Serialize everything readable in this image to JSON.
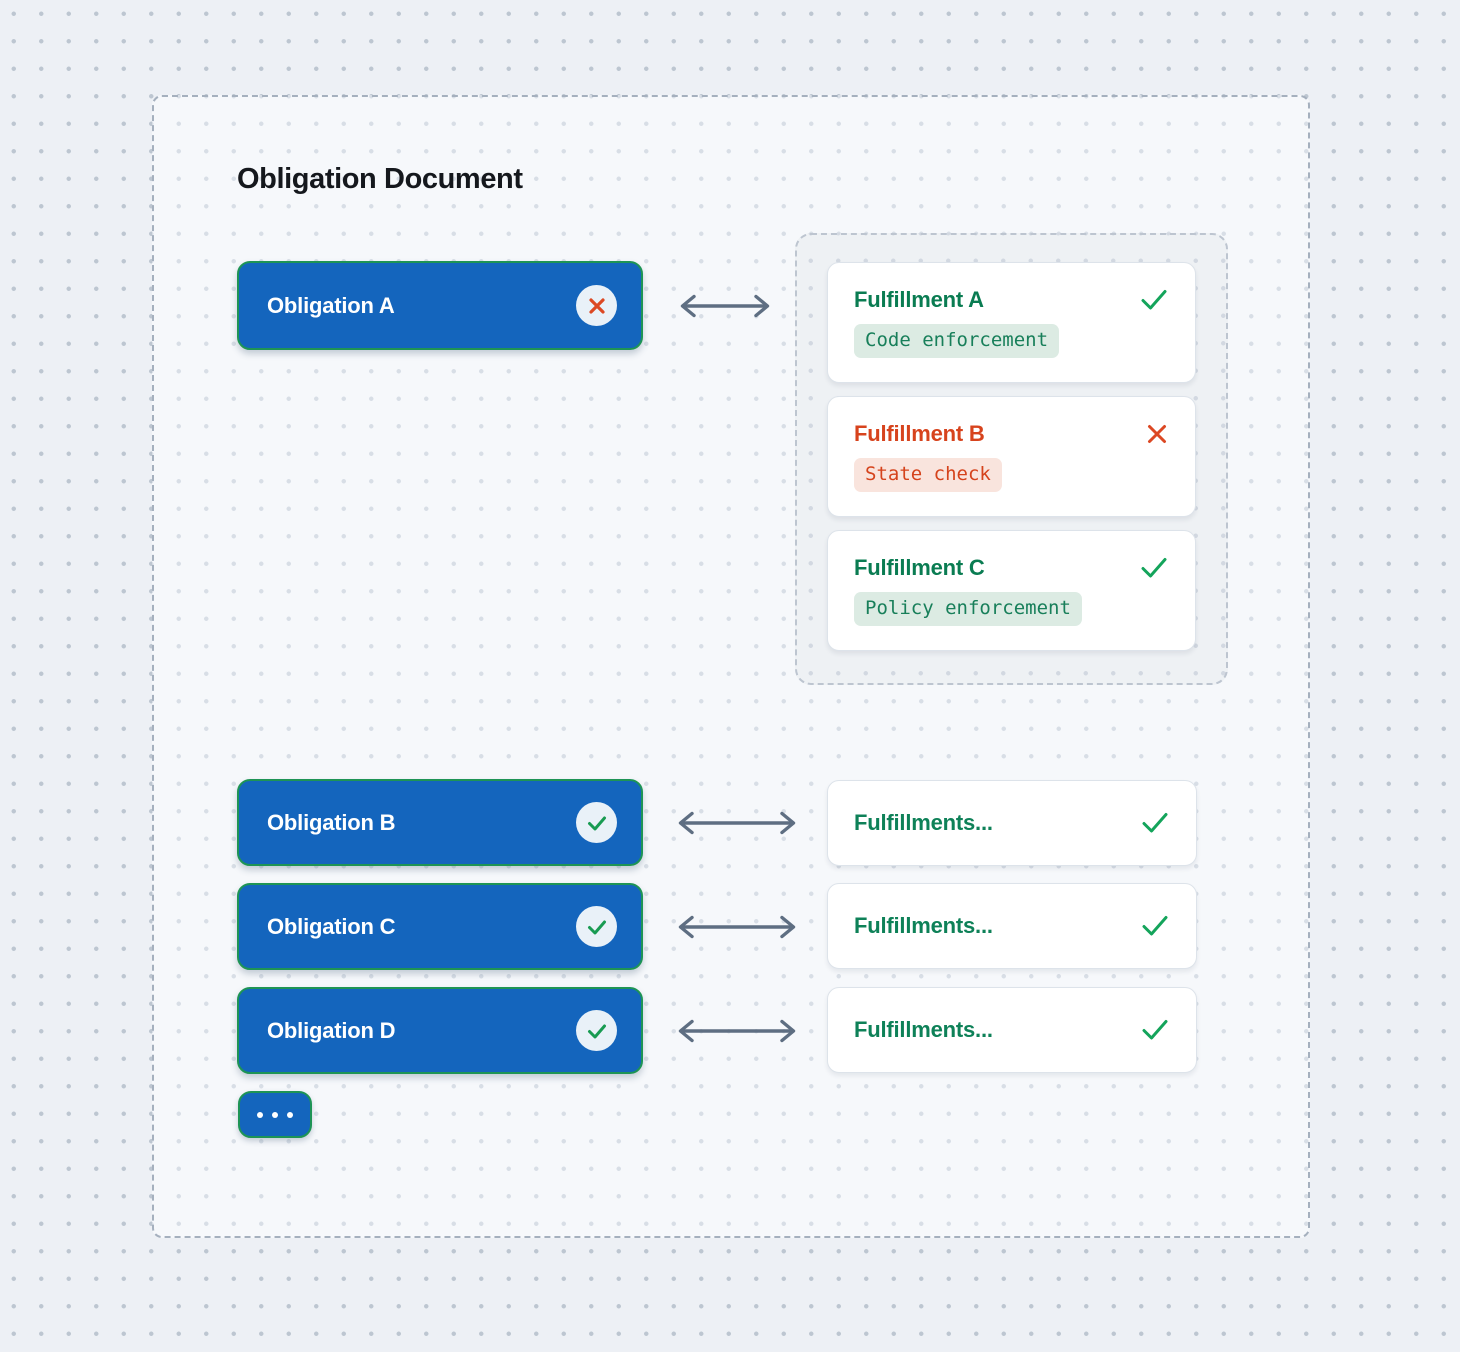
{
  "title": "Obligation Document",
  "colors": {
    "obligation_blue": "#1465bd",
    "node_border_green": "#1e9455",
    "success_green": "#14a45b",
    "success_text_green": "#0a7c52",
    "fail_red": "#dc4823",
    "fail_text_red": "#d7431d",
    "tag_pass_bg": "#dcebe3",
    "tag_fail_bg": "#f9e4dd",
    "arrow_gray": "#5e6e82"
  },
  "obligations": [
    {
      "label": "Obligation A",
      "status": "fail"
    },
    {
      "label": "Obligation B",
      "status": "pass"
    },
    {
      "label": "Obligation C",
      "status": "pass"
    },
    {
      "label": "Obligation D",
      "status": "pass"
    }
  ],
  "fulfillment_group": {
    "cards": [
      {
        "title": "Fulfillment A",
        "tag": "Code enforcement",
        "status": "pass"
      },
      {
        "title": "Fulfillment B",
        "tag": "State check",
        "status": "fail"
      },
      {
        "title": "Fulfillment C",
        "tag": "Policy enforcement",
        "status": "pass"
      }
    ]
  },
  "fulfillment_rows": [
    {
      "title": "Fulfillments...",
      "status": "pass"
    },
    {
      "title": "Fulfillments...",
      "status": "pass"
    },
    {
      "title": "Fulfillments...",
      "status": "pass"
    }
  ]
}
